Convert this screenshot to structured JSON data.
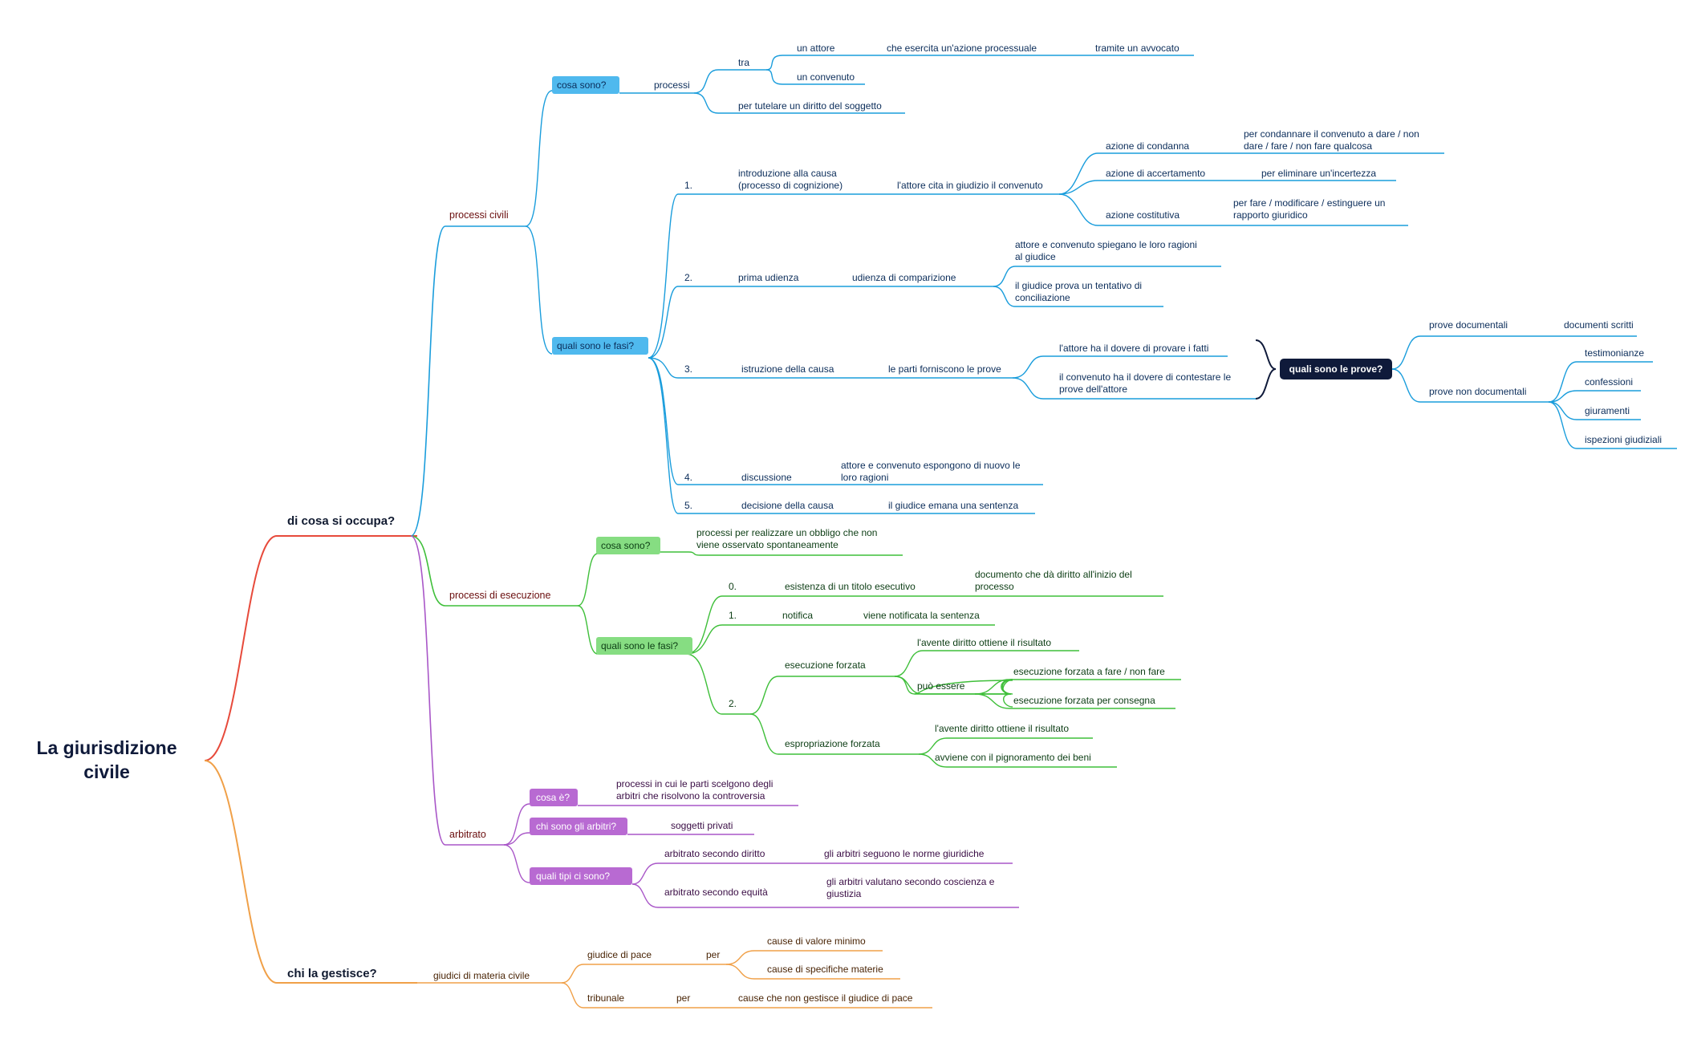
{
  "colors": {
    "red": "#e74a3b",
    "blue": "#1a9ddc",
    "green": "#3fbf3a",
    "purple": "#a957c8",
    "orange": "#f0a048",
    "blue_tag": "#4fb9ee",
    "green_tag": "#86dd82",
    "purple_tag": "#b86ad2",
    "dark_box": "#0f1a3a",
    "text_blue": "#0b2d5a",
    "text_green": "#0c3d14",
    "text_purple": "#3a0d45",
    "text_orange": "#4a2506"
  },
  "root": {
    "line1": "La giurisdizione",
    "line2": "civile"
  },
  "topics": {
    "occupa": "di cosa si occupa?",
    "gestisce": "chi la gestisce?"
  },
  "civili": {
    "label": "processi civili",
    "cosa_tag": "cosa sono?",
    "processi": "processi",
    "tra": "tra",
    "attore": "un attore",
    "azione_processuale": "che esercita un'azione processuale",
    "avvocato": "tramite un avvocato",
    "convenuto": "un convenuto",
    "tutelare": "per tutelare un diritto del soggetto",
    "fasi_tag": "quali sono le fasi?",
    "n1": "1.",
    "intro_a": "introduzione alla causa",
    "intro_b": "(processo di cognizione)",
    "cita": "l'attore cita in giudizio il convenuto",
    "condanna": "azione di condanna",
    "condanna_d1": "per condannare il convenuto a dare / non",
    "condanna_d2": "dare / fare / non fare qualcosa",
    "accertamento": "azione di accertamento",
    "accertamento_d": "per eliminare un'incertezza",
    "costitutiva": "azione costitutiva",
    "costitutiva_d1": "per fare / modificare / estinguere un",
    "costitutiva_d2": "rapporto giuridico",
    "n2": "2.",
    "prima": "prima udienza",
    "comparizione": "udienza di comparizione",
    "spiegano_a": "attore e convenuto spiegano le loro ragioni",
    "spiegano_b": "al giudice",
    "tentativo_a": "il giudice prova un tentativo di",
    "tentativo_b": "conciliazione",
    "n3": "3.",
    "istruzione": "istruzione della causa",
    "forniscono": "le parti forniscono le prove",
    "dovere_a": "l'attore ha il dovere di provare i fatti",
    "contestare_a": "il convenuto ha il dovere di contestare le",
    "contestare_b": "prove dell'attore",
    "prove_box": "quali sono le prove?",
    "documentali": "prove documentali",
    "scritti": "documenti scritti",
    "non_documentali": "prove non documentali",
    "testimonianze": "testimonianze",
    "confessioni": "confessioni",
    "giuramenti": "giuramenti",
    "ispezioni": "ispezioni giudiziali",
    "n4": "4.",
    "discussione": "discussione",
    "espongono_a": "attore e convenuto espongono di nuovo le",
    "espongono_b": "loro ragioni",
    "n5": "5.",
    "decisione": "decisione della causa",
    "sentenza": "il giudice emana una sentenza"
  },
  "esecuzione": {
    "label": "processi di esecuzione",
    "cosa_tag": "cosa sono?",
    "cosa_a": "processi per realizzare un obbligo che non",
    "cosa_b": "viene osservato spontaneamente",
    "fasi_tag": "quali sono le fasi?",
    "n0": "0.",
    "titolo": "esistenza di un titolo esecutivo",
    "documento_a": "documento che dà diritto all'inizio del",
    "documento_b": "processo",
    "n1": "1.",
    "notifica": "notifica",
    "notificata": "viene notificata la sentenza",
    "n2": "2.",
    "forzata": "esecuzione forzata",
    "ottiene1": "l'avente diritto ottiene il risultato",
    "puo": "può essere",
    "fare": "esecuzione forzata a fare / non fare",
    "consegna": "esecuzione forzata per consegna",
    "espropriazione": "espropriazione forzata",
    "ottiene2": "l'avente diritto ottiene il risultato",
    "pignoramento": "avviene con il pignoramento dei beni"
  },
  "arbitrato": {
    "label": "arbitrato",
    "cosa_tag": "cosa è?",
    "cosa_a": "processi in cui le parti scelgono degli",
    "cosa_b": "arbitri che risolvono la controversia",
    "chi_tag": "chi sono gli arbitri?",
    "privati": "soggetti privati",
    "tipi_tag": "quali tipi ci sono?",
    "diritto": "arbitrato secondo diritto",
    "norme": "gli arbitri seguono le norme giuridiche",
    "equita": "arbitrato secondo equità",
    "coscienza_a": "gli arbitri valutano secondo coscienza e",
    "coscienza_b": "giustizia"
  },
  "gestisce": {
    "giudici": "giudici di materia civile",
    "pace": "giudice di pace",
    "per1": "per",
    "minimo": "cause di valore minimo",
    "materie": "cause di specifiche materie",
    "tribunale": "tribunale",
    "per2": "per",
    "non_pace": "cause che non gestisce il giudice di pace"
  }
}
